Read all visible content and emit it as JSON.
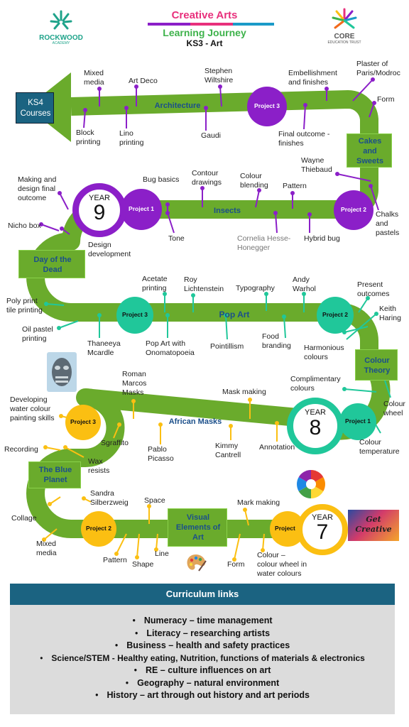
{
  "header": {
    "school_name": "ROCKWOOD",
    "school_sub": "ACADEMY",
    "title": "Creative Arts",
    "subtitle": "Learning Journey",
    "stage": "KS3 - Art",
    "trust_name": "CORE",
    "trust_sub": "EDUCATION TRUST"
  },
  "colors": {
    "path_green": "#6aab2c",
    "dark_blue": "#1b6381",
    "purple": "#8b1fc8",
    "teal": "#20c79a",
    "gold": "#fbbf12",
    "title_pink": "#e8307c",
    "title_green": "#3db24a"
  },
  "ks4_label": "KS4\nCourses",
  "stations": {
    "architecture": "Architecture",
    "cakes": "Cakes\nand\nSweets",
    "insects": "Insects",
    "day_of_dead": "Day of the\nDead",
    "pop_art": "Pop Art",
    "colour_theory": "Colour\nTheory",
    "african_masks": "African Masks",
    "blue_planet": "The Blue\nPlanet",
    "visual_elements": "Visual\nElements of\nArt"
  },
  "projects": {
    "y9_p3": "Project 3",
    "y9_p2": "Project 2",
    "y9_p1": "Project 1",
    "y8_p3": "Project 3",
    "y8_p2": "Project 2",
    "y8_p1": "Project 1",
    "y7_p3": "Project 3",
    "y7_p2": "Project 2",
    "y7_p1": "Project 1"
  },
  "years": {
    "y9_word": "YEAR",
    "y9_num": "9",
    "y8_word": "YEAR",
    "y8_num": "8",
    "y7_word": "YEAR",
    "y7_num": "7"
  },
  "get_creative": "Get\nCreative",
  "topics": {
    "mixed_media_top": "Mixed\nmedia",
    "art_deco": "Art Deco",
    "stephen_wiltshire": "Stephen\nWiltshire",
    "embellishment": "Embellishment\nand finishes",
    "plaster": "Plaster of\nParis/Modroc",
    "form_top": "Form",
    "block_printing": "Block\nprinting",
    "lino_printing": "Lino\nprinting",
    "gaudi": "Gaudi",
    "final_outcome": "Final outcome -\nfinishes",
    "wayne_thiebaud": "Wayne\nThiebaud",
    "chalks_pastels": "Chalks\nand\npastels",
    "making_design": "Making and\ndesign final\noutcome",
    "bug_basics": "Bug basics",
    "contour_drawings": "Contour\ndrawings",
    "colour_blending": "Colour\nblending",
    "pattern_insects": "Pattern",
    "tone": "Tone",
    "cornelia": "Cornelia Hesse-\nHonegger",
    "hybrid_bug": "Hybrid bug",
    "nicho_box": "Nicho box",
    "design_development": "Design\ndevelopment",
    "poly_print": "Poly print\ntile printing",
    "oil_pastel": "Oil pastel\nprinting",
    "acetate_printing": "Acetate\nprinting",
    "roy_lichtenstein": "Roy\nLichtenstein",
    "typography": "Typography",
    "andy_warhol": "Andy\nWarhol",
    "present_outcomes": "Present\noutcomes",
    "keith_haring": "Keith\nHaring",
    "thaneeya": "Thaneeya\nMcardle",
    "onomatopoeia": "Pop Art with\nOnomatopoeia",
    "pointillism": "Pointillism",
    "food_branding": "Food\nbranding",
    "harmonious": "Harmonious\ncolours",
    "complimentary": "Complimentary\ncolours",
    "colour_wheel": "Colour\nwheel",
    "colour_temperature": "Colour\ntemperature",
    "developing_watercolour": "Developing\nwater colour\npainting skills",
    "roman_marcos": "Roman\nMarcos\nMasks",
    "mask_making": "Mask making",
    "sgraffito": "Sgraffito",
    "pablo_picasso": "Pablo\nPicasso",
    "kimmy_cantrell": "Kimmy\nCantrell",
    "annotation": "Annotation",
    "recording": "Recording",
    "wax_resists": "Wax\nresists",
    "collage": "Collage",
    "sandra": "Sandra\nSilberzweig",
    "space": "Space",
    "mark_making": "Mark making",
    "mixed_media_bottom": "Mixed\nmedia",
    "pattern_bottom": "Pattern",
    "shape": "Shape",
    "line": "Line",
    "form_bottom": "Form",
    "colour_wheel_watercolours": "Colour –\ncolour wheel in\nwater colours"
  },
  "curriculum": {
    "heading": "Curriculum links",
    "items": [
      "Numeracy – time management",
      "Literacy – researching artists",
      "Business – health and safety practices",
      "Science/STEM - Healthy eating, Nutrition, functions of materials & electronics",
      "RE – culture influences on art",
      "Geography – natural environment",
      "History – art through out history and art periods"
    ]
  }
}
